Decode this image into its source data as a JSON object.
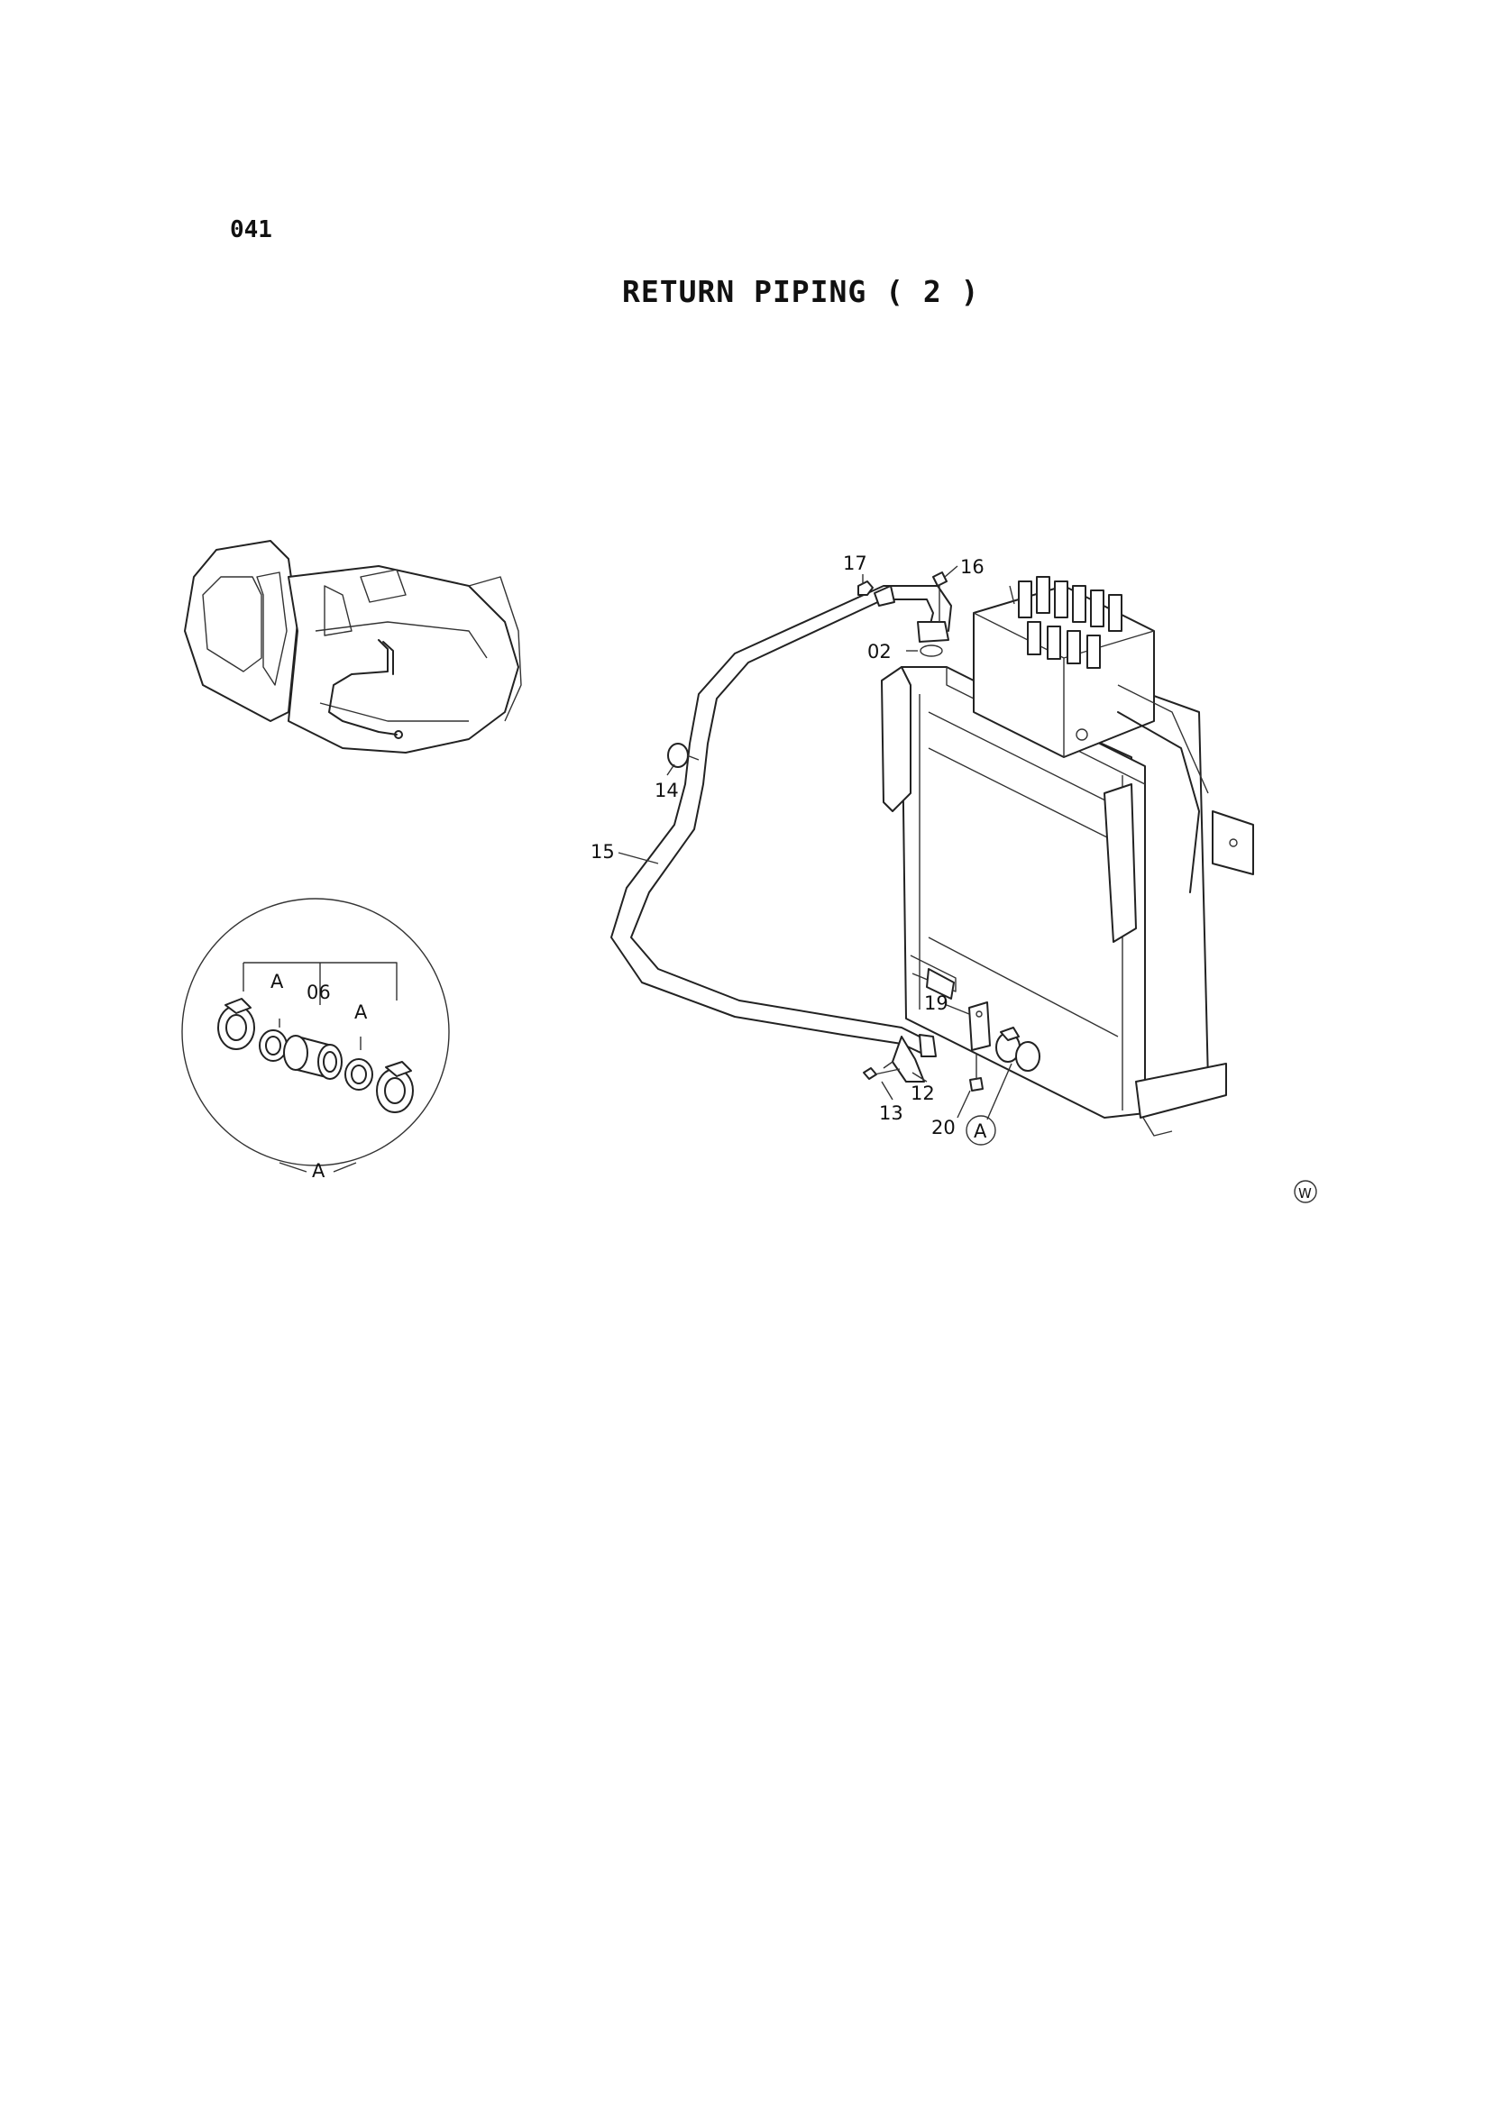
{
  "header": {
    "page_code": "041",
    "title": "RETURN PIPING ( 2 )"
  },
  "detail_view": {
    "label_top_parts": [
      "A",
      "06",
      "A"
    ],
    "label_bottom": "A",
    "callout_circle_label": "A"
  },
  "part_callouts": {
    "p17": "17",
    "p16": "16",
    "p02": "02",
    "p14": "14",
    "p15": "15",
    "p19": "19",
    "p12": "12",
    "p13": "13",
    "p20": "20"
  },
  "corner_mark": "W"
}
